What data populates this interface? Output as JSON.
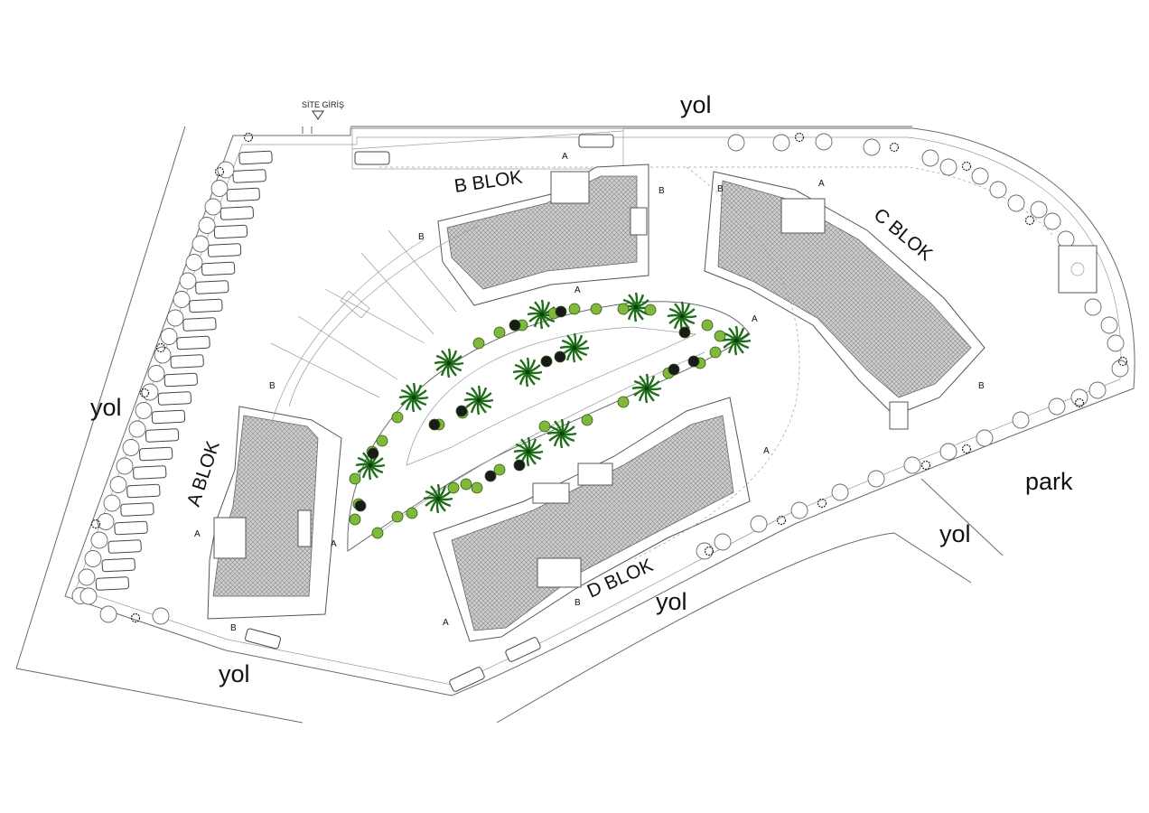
{
  "site_entrance": "SİTE GİRİŞ",
  "roads": [
    "yol",
    "yol",
    "yol",
    "yol",
    "yol"
  ],
  "park": "park",
  "blocks": {
    "a": "A BLOK",
    "b": "B BLOK",
    "c": "C BLOK",
    "d": "D BLOK"
  },
  "markers": {
    "a": "A",
    "b": "B"
  },
  "colors": {
    "paving": "#b8b8b8",
    "palm": "#1f6f1a",
    "shrub": "#7fb83a",
    "dark_shrub": "#1a1a1a",
    "line": "#6a6a6a"
  }
}
